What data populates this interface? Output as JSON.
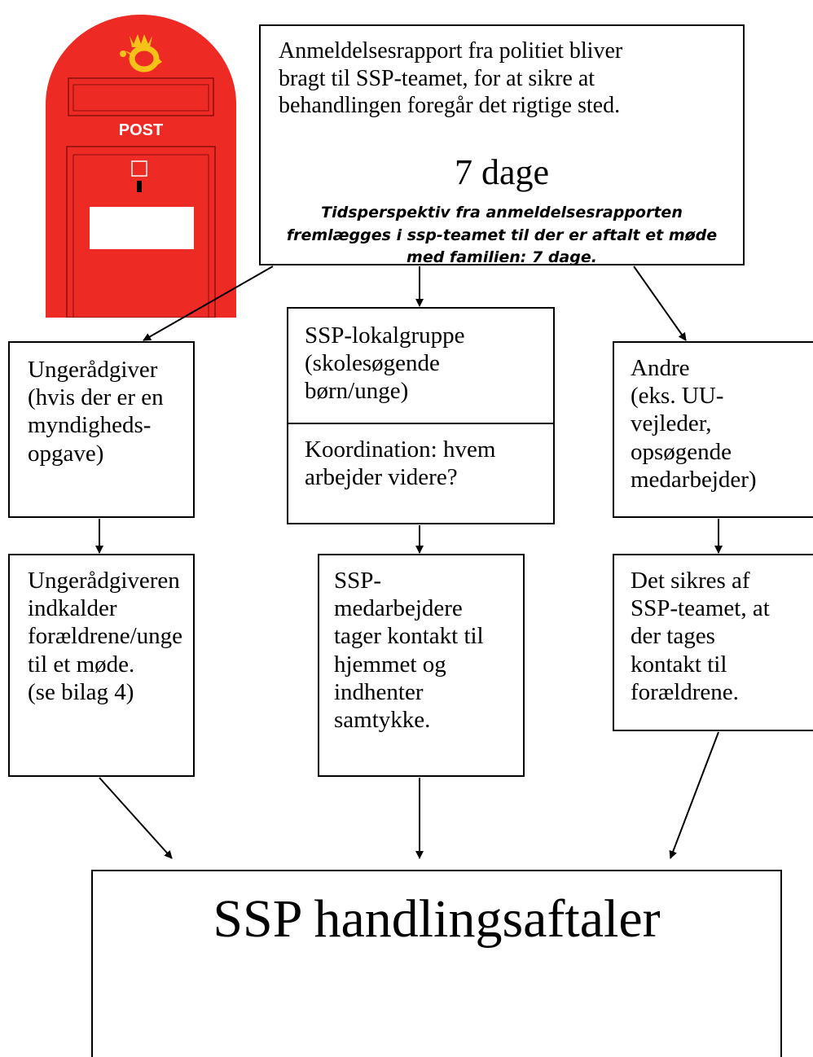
{
  "postbox": {
    "label": "POST",
    "color": "#ee2a24",
    "icon": "post-horn-crown-icon"
  },
  "top_box": {
    "description": "Anmeldelsesrapport fra politiet bliver\nbragt til SSP-teamet, for at sikre at\nbehandlingen foregår det rigtige sted.",
    "days": "7 dage",
    "note": "Tidsperspektiv fra anmeldelsesrapporten\nfremlægges i ssp-teamet til der er aftalt et møde\nmed familien: 7 dage."
  },
  "branches": {
    "left": "Ungerådgiver\n(hvis der er en\nmyndigheds-\nopgave)",
    "middle_top": "SSP-lokalgruppe\n(skolesøgende\nbørn/unge)",
    "middle_bottom": "Koordination: hvem\narbejder videre?",
    "right": "Andre\n(eks. UU-\nvejleder,\nopsøgende\nmedarbejder)"
  },
  "actions": {
    "left": "Ungerådgiveren\nindkalder\nforældrene/unge\ntil et møde.\n(se bilag 4)",
    "middle": "SSP-\nmedarbejdere\ntager kontakt til\nhjemmet og\nindhenter\nsamtykke.",
    "right": "Det sikres af\nSSP-teamet, at\nder tages\nkontakt til\nforældrene."
  },
  "result": {
    "title": "SSP handlingsaftaler"
  }
}
